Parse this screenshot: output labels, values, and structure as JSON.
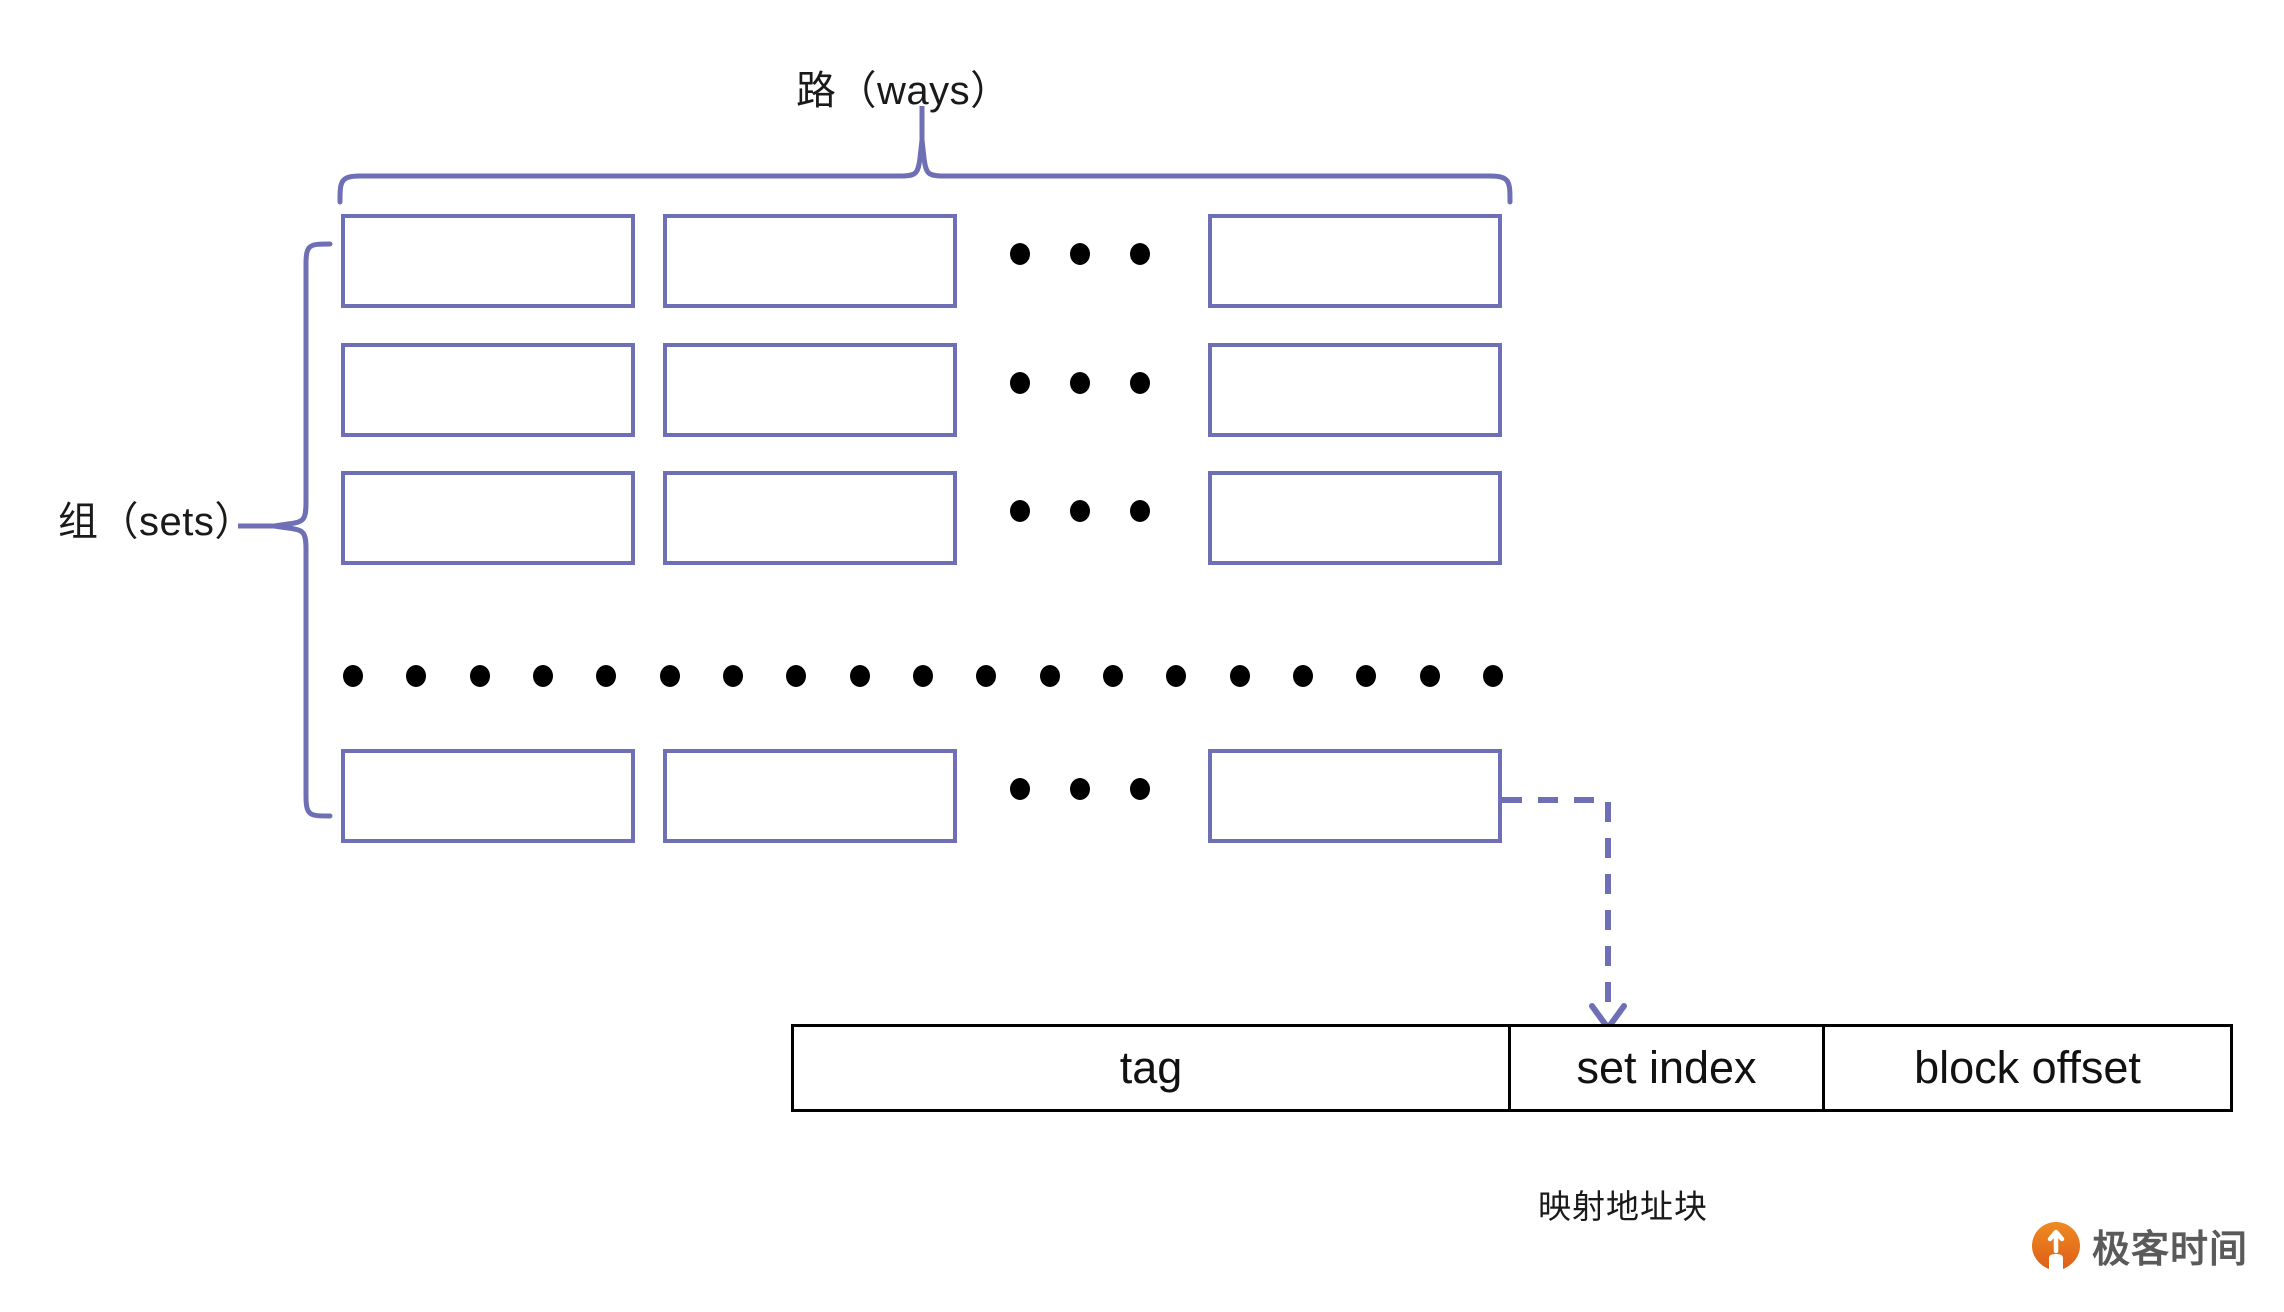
{
  "diagram": {
    "title_top": "路（ways）",
    "label_left": "组（sets）",
    "caption_address": "映射地址块",
    "colors": {
      "cell_border": "#6f6fb5",
      "brace": "#6f6fb5",
      "arrow": "#6f6fb5",
      "address_border": "#000000",
      "dot": "#000000",
      "text": "#1a1a1a",
      "watermark_logo": "#e8731e",
      "watermark_text": "#5a5a5a"
    },
    "grid": {
      "rows": 4,
      "columns_shown": 3,
      "column_ellipsis_dots": 3,
      "row_ellipsis_dots": 19,
      "cell_labels": [
        "",
        "",
        "",
        "",
        "",
        "",
        "",
        "",
        "",
        "",
        "",
        ""
      ]
    },
    "address_block": {
      "segments": [
        {
          "name": "tag",
          "label": "tag"
        },
        {
          "name": "set-index",
          "label": "set index"
        },
        {
          "name": "block-offset",
          "label": "block offset"
        }
      ]
    },
    "arrow": {
      "from": "last-row-last-way-cell",
      "to": "set index",
      "style": "dashed"
    },
    "watermark": {
      "text": "极客时间",
      "logo_glyph": "Q"
    }
  }
}
